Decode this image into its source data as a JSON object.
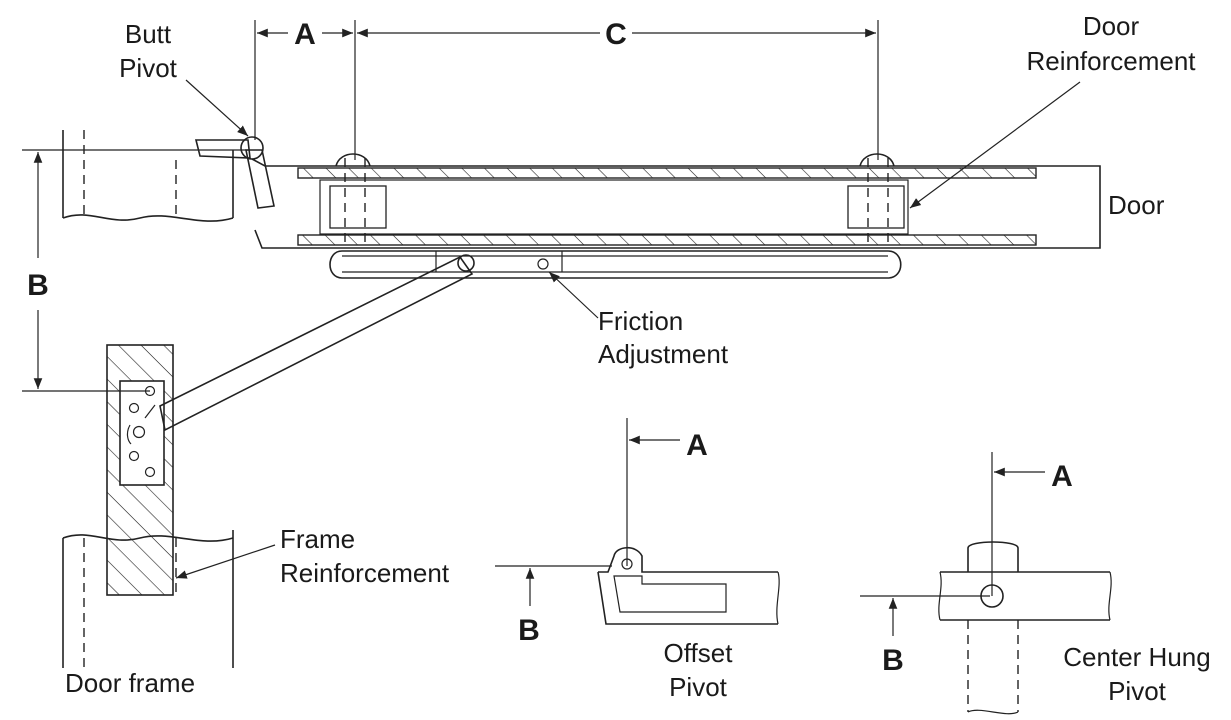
{
  "labels": {
    "butt_pivot_line1": "Butt",
    "butt_pivot_line2": "Pivot",
    "dim_a": "A",
    "dim_c": "C",
    "dim_b": "B",
    "door_reinforcement_line1": "Door",
    "door_reinforcement_line2": "Reinforcement",
    "door": "Door",
    "friction_line1": "Friction",
    "friction_line2": "Adjustment",
    "frame_reinforcement_line1": "Frame",
    "frame_reinforcement_line2": "Reinforcement",
    "door_frame": "Door frame",
    "offset_a": "A",
    "offset_b": "B",
    "offset_pivot_line1": "Offset",
    "offset_pivot_line2": "Pivot",
    "center_a": "A",
    "center_b": "B",
    "center_pivot_line1": "Center Hung",
    "center_pivot_line2": "Pivot"
  }
}
